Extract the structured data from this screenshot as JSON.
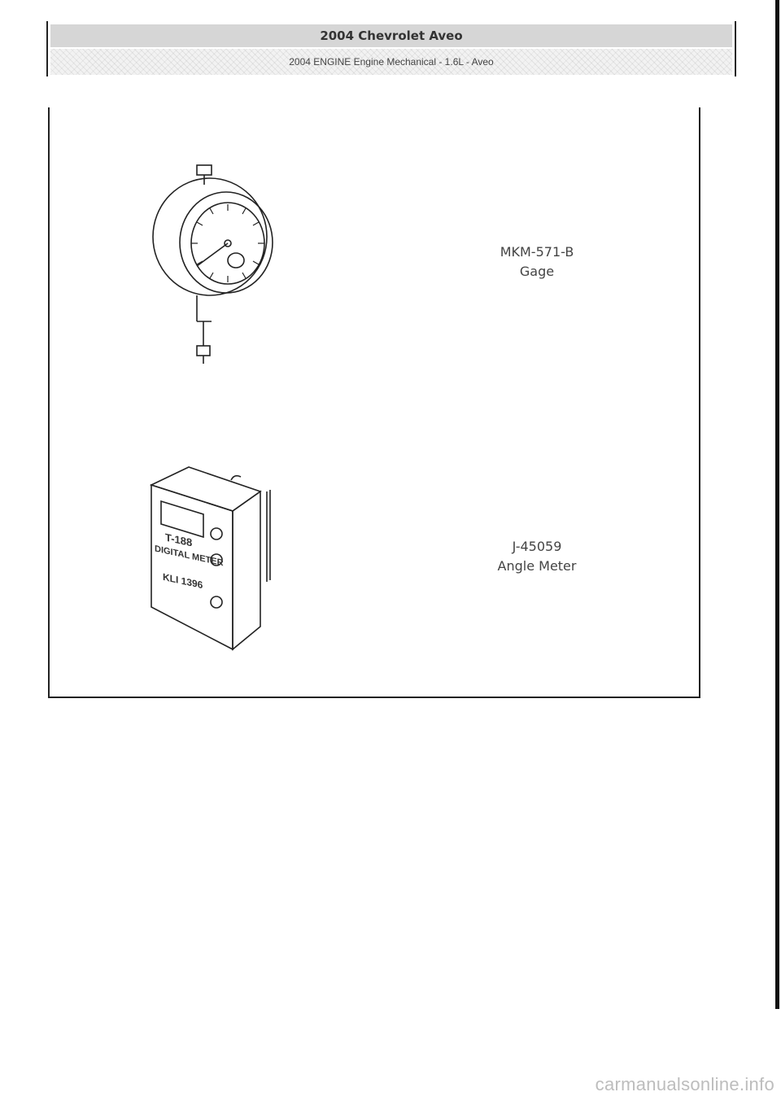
{
  "header": {
    "title": "2004 Chevrolet Aveo",
    "subtitle": "2004 ENGINE Engine Mechanical - 1.6L - Aveo"
  },
  "figures": [
    {
      "part_number": "MKM-571-B",
      "name": "Gage",
      "icon": "dial-gauge-icon"
    },
    {
      "part_number": "J-45059",
      "name": "Angle Meter",
      "icon": "angle-meter-icon"
    }
  ],
  "angle_meter_face": {
    "line1": "T-188",
    "line2": "DIGITAL METER",
    "line3": "KLI 1396"
  },
  "watermark": "carmanualsonline.info"
}
